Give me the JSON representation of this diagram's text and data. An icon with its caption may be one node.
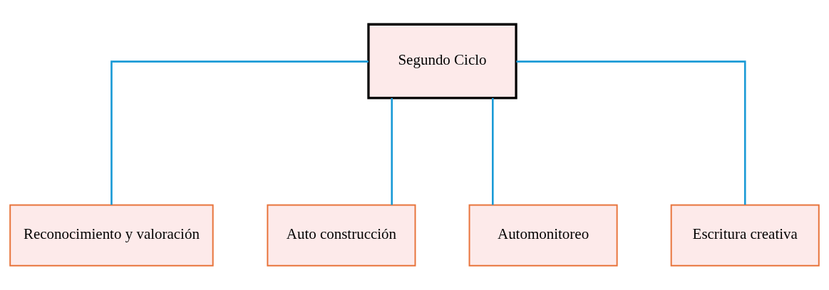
{
  "diagram": {
    "nodes": [
      {
        "text": [
          "Segundo Ciclo"
        ]
      },
      {
        "text": [
          "Reconocimiento y valoración"
        ]
      },
      {
        "text": [
          "Auto construcción"
        ]
      },
      {
        "text": [
          "Automonitoreo"
        ]
      },
      {
        "text": [
          "Escritura creativa"
        ]
      }
    ],
    "edges": [
      {
        "from": 0,
        "to": 1,
        "arrow": "none"
      },
      {
        "from": 0,
        "to": 2,
        "arrow": "none"
      },
      {
        "from": 0,
        "to": 3,
        "arrow": "none"
      },
      {
        "from": 0,
        "to": 4,
        "arrow": "none"
      }
    ]
  }
}
